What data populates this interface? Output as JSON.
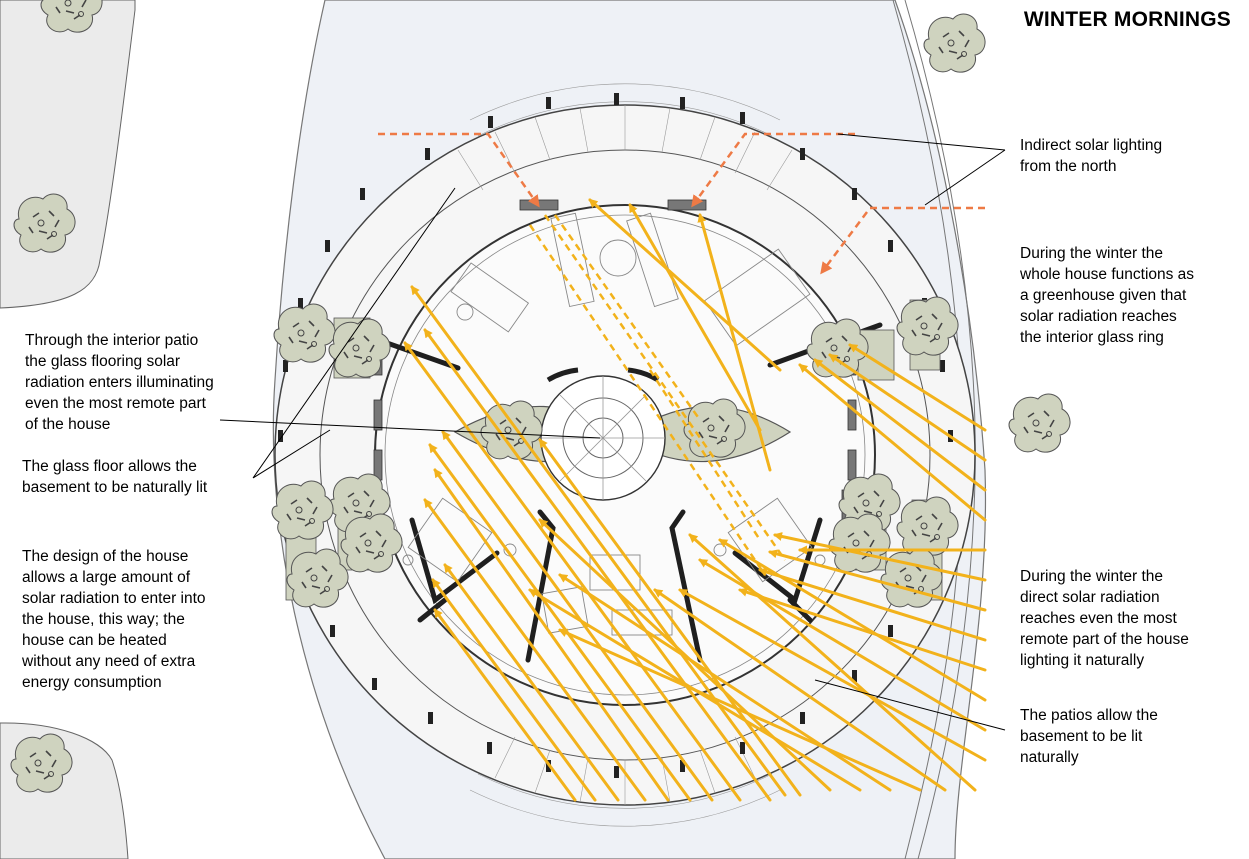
{
  "title": "WINTER MORNINGS",
  "annotations": {
    "indirect_north": "Indirect solar lighting\nfrom the north",
    "greenhouse": "During the winter the\nwhole house functions as\na greenhouse given that\nsolar radiation reaches\nthe interior glass ring",
    "interior_patio": "Through the interior patio\nthe glass flooring solar\nradiation enters illuminating\neven the most remote part\nof the house",
    "glass_floor": "The glass floor allows the\nbasement to be naturally lit",
    "design": "The design of the house\nallows a large amount of\nsolar radiation to enter into\nthe house, this way; the\nhouse can be heated\nwithout any need of extra\nenergy consumption",
    "direct_radiation": "During the winter the\ndirect solar radiation\nreaches even the most\nremote part of the house\nlighting it naturally",
    "patios": "The patios allow the\nbasement to be lit\nnaturally"
  },
  "colors": {
    "sun_ray": "#f2b21b",
    "indirect_ray": "#ee7a45",
    "water": "#eef1f6",
    "vegetation": "#cfd3bf",
    "wall": "#1f1f1f"
  },
  "icons": [
    "tree-icon",
    "sun-ray-arrow-icon",
    "indirect-light-arrow-icon"
  ]
}
